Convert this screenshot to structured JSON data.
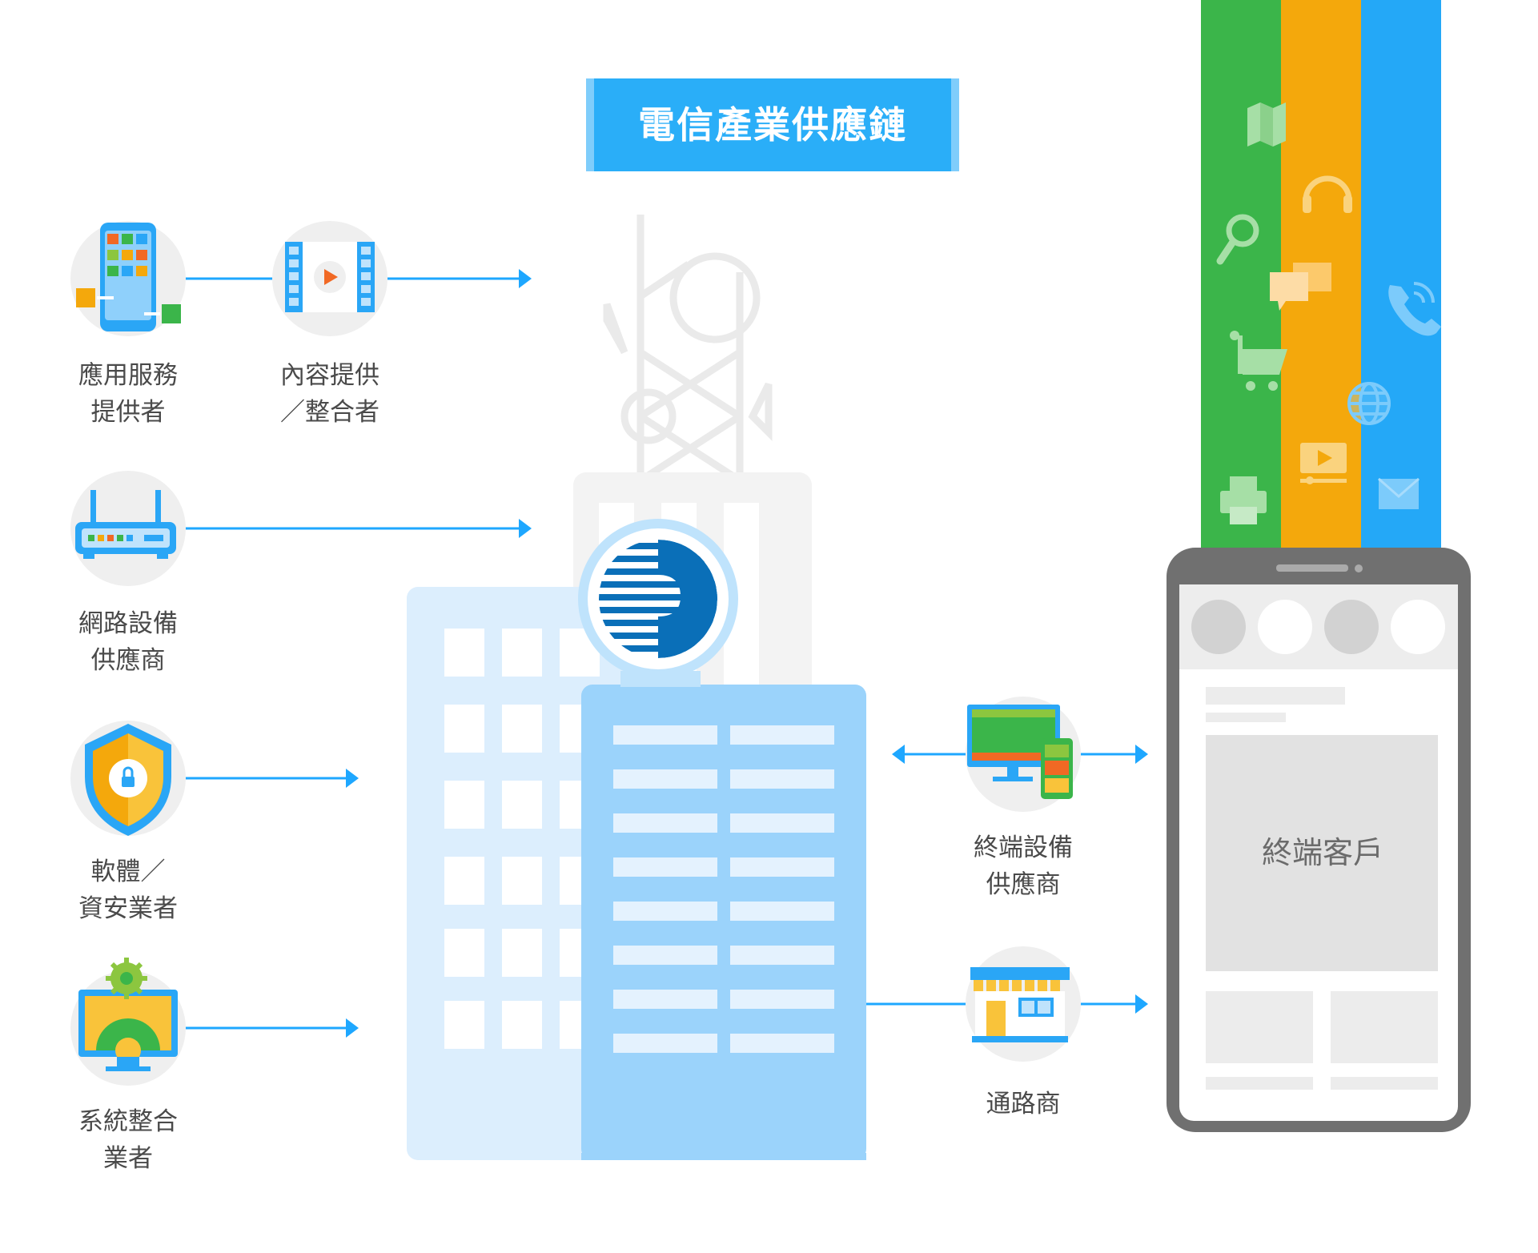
{
  "title": "電信產業供應鏈",
  "colors": {
    "accent_blue": "#1EA7FF",
    "title_bg": "#2AAEF8",
    "building_light": "#DCEEFD",
    "building_main": "#9BD3FB",
    "stripe_green": "#3BB54A",
    "stripe_orange": "#F4A80C",
    "stripe_blue": "#24A8F7",
    "phone_frame": "#707070",
    "tower_gray": "#EFEFEF"
  },
  "left_nodes": [
    {
      "icon": "app-phone-icon",
      "line1": "應用服務",
      "line2": "提供者"
    },
    {
      "icon": "film-play-icon",
      "line1": "內容提供",
      "line2": "／整合者"
    },
    {
      "icon": "router-icon",
      "line1": "網路設備",
      "line2": "供應商"
    },
    {
      "icon": "shield-lock-icon",
      "line1": "軟體／",
      "line2": "資安業者"
    },
    {
      "icon": "monitor-gear-icon",
      "line1": "系統整合",
      "line2": "業者"
    }
  ],
  "right_nodes": [
    {
      "icon": "devices-icon",
      "line1": "終端設備",
      "line2": "供應商"
    },
    {
      "icon": "shop-icon",
      "line1": "通路商"
    }
  ],
  "customer": {
    "label": "終端客戶"
  },
  "stripe_icons": [
    "map-icon",
    "search-icon",
    "cart-icon",
    "printer-icon",
    "headphones-icon",
    "chat-icon",
    "video-icon",
    "phone-call-icon",
    "globe-icon",
    "mail-icon"
  ]
}
